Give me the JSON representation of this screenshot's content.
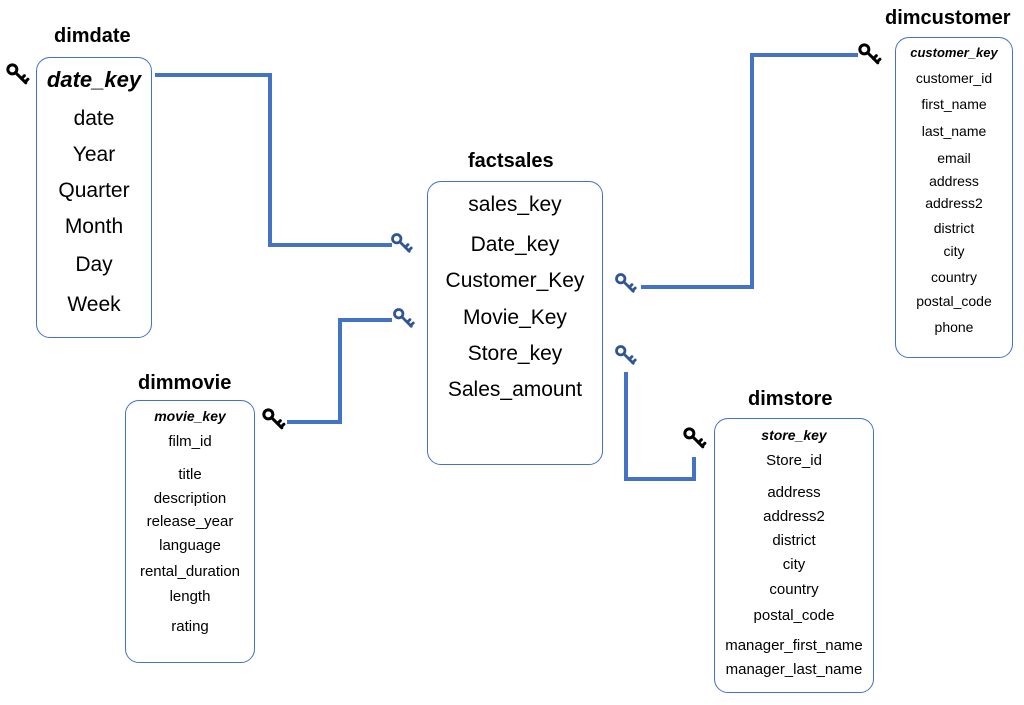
{
  "colors": {
    "link": "#4472c4",
    "border": "#4472c4",
    "key_dark": "#000000",
    "key_blue": "#2f5597"
  },
  "tables": {
    "dimdate": {
      "title": "dimdate",
      "fields": [
        "date_key",
        "date",
        "Year",
        "Quarter",
        "Month",
        "Day",
        "Week"
      ]
    },
    "factsales": {
      "title": "factsales",
      "fields": [
        "sales_key",
        "Date_key",
        "Customer_Key",
        "Movie_Key",
        "Store_key",
        "Sales_amount"
      ]
    },
    "dimmovie": {
      "title": "dimmovie",
      "fields": [
        "movie_key",
        "film_id",
        "title",
        "description",
        "release_year",
        "language",
        "rental_duration",
        "length",
        "rating"
      ]
    },
    "dimcustomer": {
      "title": "dimcustomer",
      "fields": [
        "customer_key",
        "customer_id",
        "first_name",
        "last_name",
        "email",
        "address",
        "address2",
        "district",
        "city",
        "country",
        "postal_code",
        "phone"
      ]
    },
    "dimstore": {
      "title": "dimstore",
      "fields": [
        "store_key",
        "Store_id",
        "address",
        "address2",
        "district",
        "city",
        "country",
        "postal_code",
        "manager_first_name",
        "manager_last_name"
      ]
    }
  },
  "icons": {
    "key": "key-icon"
  }
}
